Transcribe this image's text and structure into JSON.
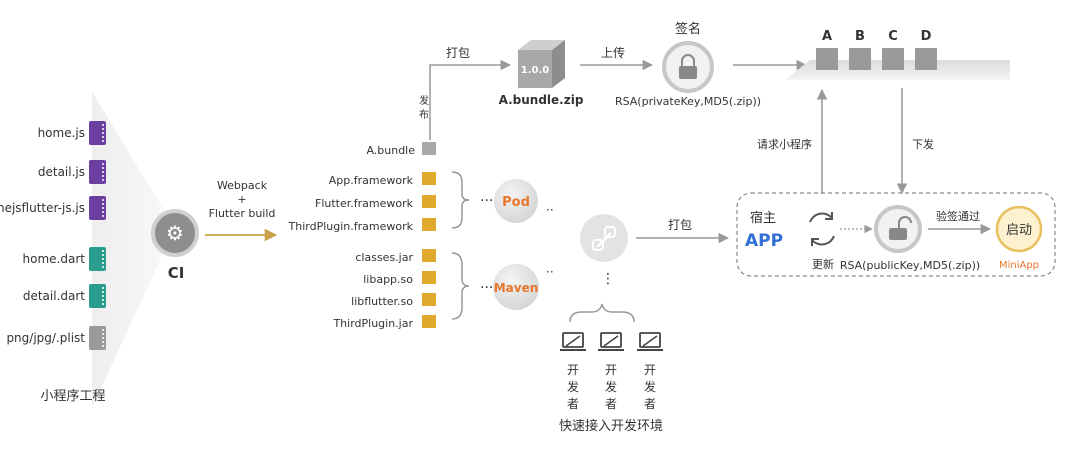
{
  "project": {
    "title": "小程序工程",
    "files": [
      {
        "name": "home.js",
        "color": "#6b3fa0"
      },
      {
        "name": "detail.js",
        "color": "#6b3fa0"
      },
      {
        "name": "nejsflutter-js.js",
        "color": "#6b3fa0"
      },
      {
        "name": "home.dart",
        "color": "#2a9d8f"
      },
      {
        "name": "detail.dart",
        "color": "#2a9d8f"
      },
      {
        "name": "png/jpg/.plist",
        "color": "#9a9a9a"
      }
    ]
  },
  "ci": {
    "label": "CI",
    "build_line1": "Webpack",
    "build_line2": "+",
    "build_line3": "Flutter build"
  },
  "artifacts": {
    "bundle": "A.bundle",
    "ios": [
      "App.framework",
      "Flutter.framework",
      "ThirdPlugin.framework"
    ],
    "android": [
      "classes.jar",
      "libapp.so",
      "libflutter.so",
      "ThirdPlugin.jar"
    ],
    "pod": "Pod",
    "maven": "Maven"
  },
  "publish": {
    "label_a": "发",
    "label_b": "布",
    "pack": "打包",
    "version": "1.0.0",
    "zip": "A.bundle.zip",
    "upload": "上传",
    "sign_title": "签名",
    "sign_formula": "RSA(privateKey,MD5(.zip))",
    "servers": [
      "A",
      "B",
      "C",
      "D"
    ],
    "request": "请求小程序",
    "deliver": "下发"
  },
  "developers": {
    "pack": "打包",
    "dev_char1": "开",
    "dev_char2": "发",
    "dev_char3": "者",
    "caption": "快速接入开发环境"
  },
  "host": {
    "title": "宿主",
    "app": "APP",
    "update": "更新",
    "verify_formula": "RSA(publicKey,MD5(.zip))",
    "verify_pass": "验签通过",
    "launch": "启动",
    "miniapp": "MiniApp"
  },
  "colors": {
    "arrow": "#999999",
    "ci_arrow": "#c9a24a",
    "cube": "#e0a92b",
    "accent_orange": "#e8762b",
    "app_blue": "#2f6fd6",
    "launch_fill": "#fdf1cf"
  }
}
